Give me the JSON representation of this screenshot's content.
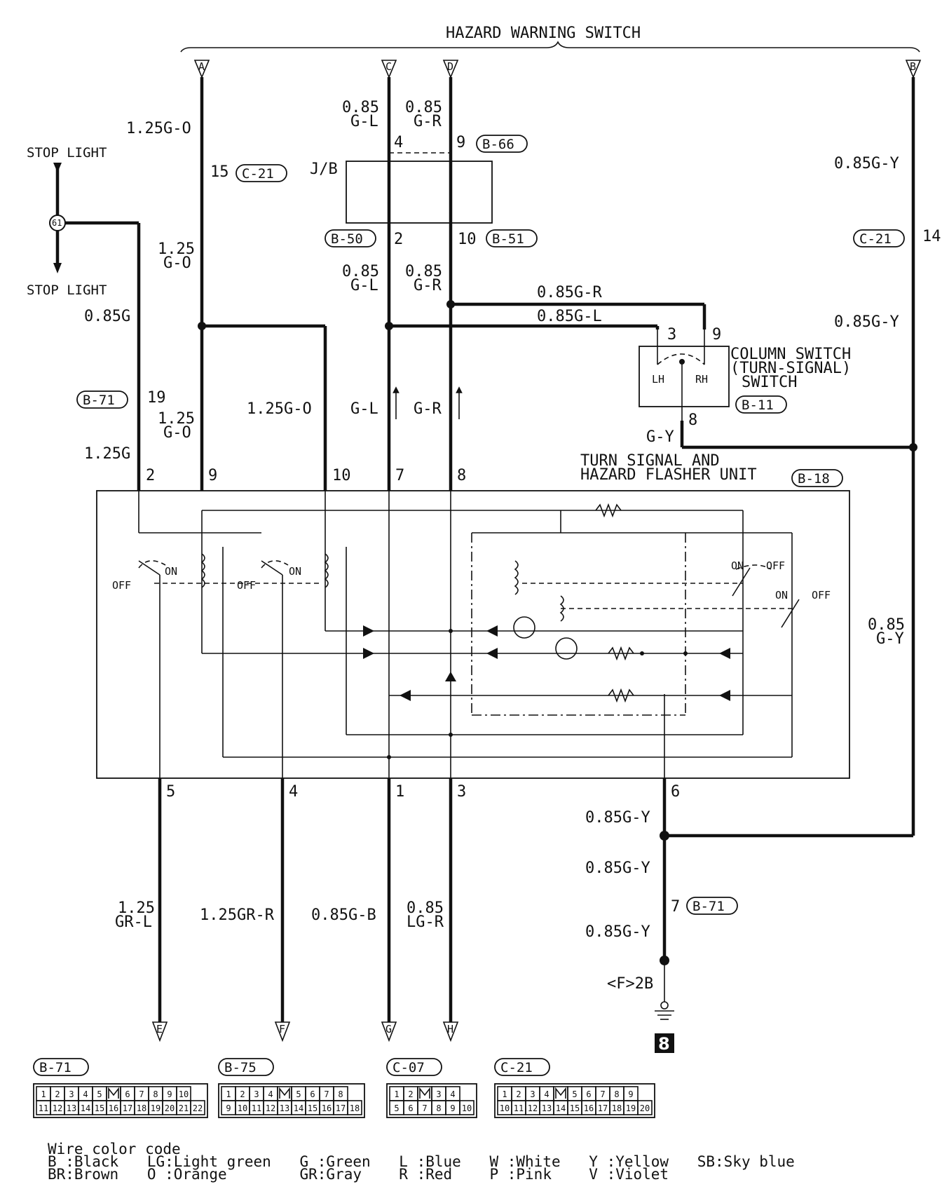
{
  "title": "HAZARD WARNING SWITCH",
  "page_number": "8",
  "terminals": [
    "A",
    "C",
    "D",
    "B",
    "E",
    "F",
    "G",
    "H"
  ],
  "components": {
    "stop_light_upper": "STOP LIGHT",
    "stop_light_lower": "STOP LIGHT",
    "splice": "61",
    "junction_block": "J/B",
    "column_switch": [
      "COLUMN SWITCH",
      "(TURN-SIGNAL)",
      "SWITCH"
    ],
    "column_switch_lh": "LH",
    "column_switch_rh": "RH",
    "flasher_unit": [
      "TURN SIGNAL AND",
      "HAZARD FLASHER UNIT"
    ],
    "ground_label": "<F>2B"
  },
  "connectors": [
    "B-66",
    "B-50",
    "B-51",
    "C-21",
    "B-71",
    "B-11",
    "B-18",
    "B-75",
    "C-07"
  ],
  "wires": {
    "a_top": "1.25G-O",
    "a_mid": [
      "1.25",
      "G-O"
    ],
    "a_low": [
      "1.25",
      "G-O"
    ],
    "a_branch": "1.25G-O",
    "stop_green": "0.85G",
    "stop_low": "1.25G",
    "c_top": [
      "0.85",
      "G-L"
    ],
    "d_top": [
      "0.85",
      "G-R"
    ],
    "c_mid": [
      "0.85",
      "G-L"
    ],
    "d_mid": [
      "0.85",
      "G-R"
    ],
    "gr_right": "0.85G-R",
    "gl_right": "0.85G-L",
    "gl_short": "G-L",
    "gr_short": "G-R",
    "gy_short": "G-Y",
    "b_top": "0.85G-Y",
    "b_mid": "0.85G-Y",
    "b_low": [
      "0.85",
      "G-Y"
    ],
    "out_5": [
      "1.25",
      "GR-L"
    ],
    "out_4": "1.25GR-R",
    "out_1": "0.85G-B",
    "out_3": [
      "0.85",
      "LG-R"
    ],
    "gnd_1": "0.85G-Y",
    "gnd_2": "0.85G-Y",
    "gnd_3": "0.85G-Y"
  },
  "pins": {
    "p15": "15",
    "p4": "4",
    "p9_jb": "9",
    "p2_jb": "2",
    "p10_jb": "10",
    "p14": "14",
    "p3": "3",
    "p9_cs": "9",
    "p8_cs": "8",
    "p19": "19",
    "u2": "2",
    "u9": "9",
    "u10": "10",
    "u7": "7",
    "u8": "8",
    "u5": "5",
    "u4": "4",
    "u1": "1",
    "u3": "3",
    "u6": "6",
    "p7": "7"
  },
  "switch_labels": {
    "off": "OFF",
    "on": "ON"
  },
  "connector_faces": [
    {
      "name": "B-71",
      "row1": [
        "1",
        "2",
        "3",
        "4",
        "5",
        "",
        "6",
        "7",
        "8",
        "9",
        "10"
      ],
      "row2": [
        "11",
        "12",
        "13",
        "14",
        "15",
        "16",
        "17",
        "18",
        "19",
        "20",
        "21",
        "22"
      ]
    },
    {
      "name": "B-75",
      "row1": [
        "1",
        "2",
        "3",
        "4",
        "",
        "5",
        "6",
        "7",
        "8"
      ],
      "row2": [
        "9",
        "10",
        "11",
        "12",
        "13",
        "14",
        "15",
        "16",
        "17",
        "18"
      ]
    },
    {
      "name": "C-07",
      "row1": [
        "1",
        "2",
        "",
        "3",
        "4"
      ],
      "row2": [
        "5",
        "6",
        "7",
        "8",
        "9",
        "10"
      ]
    },
    {
      "name": "C-21",
      "row1": [
        "1",
        "2",
        "3",
        "4",
        "",
        "5",
        "6",
        "7",
        "8",
        "9"
      ],
      "row2": [
        "10",
        "11",
        "12",
        "13",
        "14",
        "15",
        "16",
        "17",
        "18",
        "19",
        "20"
      ]
    }
  ],
  "legend": {
    "title": "Wire color code",
    "items": [
      [
        "B :Black",
        "BR:Brown"
      ],
      [
        "LG:Light green",
        "O :Orange"
      ],
      [
        "G :Green",
        "GR:Gray"
      ],
      [
        "L :Blue",
        "R :Red"
      ],
      [
        "W :White",
        "P :Pink"
      ],
      [
        "Y :Yellow",
        "V :Violet"
      ],
      [
        "SB:Sky blue"
      ]
    ]
  }
}
